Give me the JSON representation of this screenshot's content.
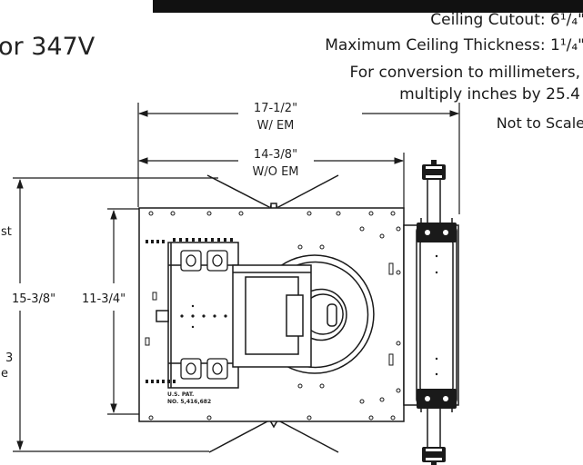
{
  "header": {
    "title_fragment": "or 347V"
  },
  "specs": {
    "ceiling_cutout": "Ceiling Cutout: 6¹/₄\"",
    "max_ceiling_thickness": "Maximum Ceiling Thickness: 1¹/₄\"",
    "conversion_line1": "For conversion to millimeters,",
    "conversion_line2": "multiply inches by 25.4",
    "scale_note": "Not to Scale"
  },
  "dimensions": {
    "width_with_em": "17-1/2\"",
    "width_with_em_label": "W/ EM",
    "width_without_em": "14-3/8\"",
    "width_without_em_label": "W/O EM",
    "height_outer": "15-3/8\"",
    "height_inner": "11-3/4\""
  },
  "cropped_labels": {
    "left_top": "st",
    "left_mid_1": "3",
    "left_mid_2": "e"
  },
  "plate_marking": {
    "line1": "U.S. PAT.",
    "line2": "NO. 5,416,682"
  },
  "colors": {
    "ink": "#1a1a1a",
    "top_bar": "#111111",
    "fill_light": "#f4f4f4"
  }
}
